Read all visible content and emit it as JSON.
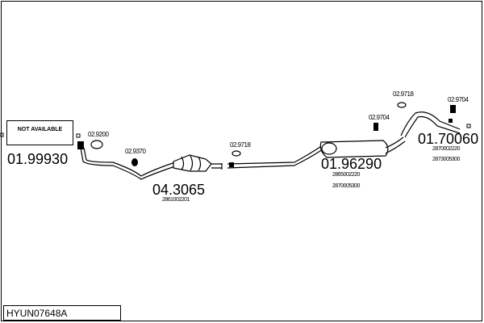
{
  "diagram_code": "HYUN07648A",
  "not_available": "NOT AVAILABLE",
  "parts": [
    {
      "number": "01.99930",
      "refs": []
    },
    {
      "number": "04.3065",
      "refs": [
        "2861002201"
      ]
    },
    {
      "number": "01.96290",
      "refs": [
        "2865002220",
        "2870005300"
      ]
    },
    {
      "number": "01.70060",
      "refs": [
        "2870002220",
        "2873005300"
      ]
    }
  ],
  "accessories": [
    "02.9200",
    "02.9370",
    "02.9718",
    "02.9704",
    "02.9718",
    "02.9704"
  ]
}
